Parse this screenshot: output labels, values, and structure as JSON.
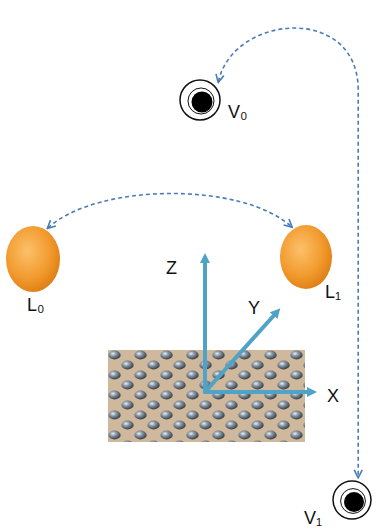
{
  "diagram": {
    "nodes": [
      {
        "text": [
          "V₀"
        ]
      },
      {
        "text": [
          "L₀"
        ]
      },
      {
        "text": [
          "L₁"
        ]
      },
      {
        "text": [
          "V₁"
        ]
      }
    ],
    "edges": [
      {
        "from": 1,
        "to": 2,
        "arrow": "both"
      },
      {
        "from": 0,
        "to": 3,
        "arrow": "both"
      }
    ],
    "labels": [
      "Z",
      "Y",
      "X"
    ]
  }
}
